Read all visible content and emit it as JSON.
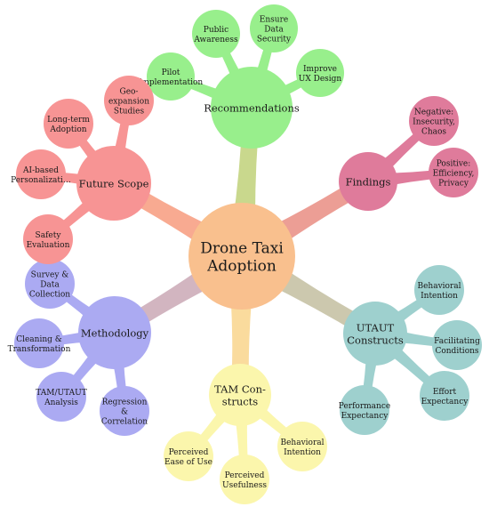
{
  "center": {
    "lines": [
      "Drone Taxi",
      "Adoption"
    ],
    "color": "#f9c08e"
  },
  "branches": [
    {
      "id": "recommendations",
      "lines": [
        "Recommendations"
      ],
      "color": "#98ef8c",
      "children": [
        {
          "id": "public-awareness",
          "lines": [
            "Public",
            "Awareness"
          ]
        },
        {
          "id": "ensure-data-security",
          "lines": [
            "Ensure",
            "Data",
            "Security"
          ]
        },
        {
          "id": "pilot-implementation",
          "lines": [
            "Pilot",
            "Implementation"
          ]
        },
        {
          "id": "improve-ux-design",
          "lines": [
            "Improve",
            "UX Design"
          ]
        }
      ]
    },
    {
      "id": "findings",
      "lines": [
        "Findings"
      ],
      "color": "#df7b9b",
      "children": [
        {
          "id": "negative",
          "lines": [
            "Negative:",
            "Insecurity,",
            "Chaos"
          ]
        },
        {
          "id": "positive",
          "lines": [
            "Positive:",
            "Efficiency,",
            "Privacy"
          ]
        }
      ]
    },
    {
      "id": "utaut-constructs",
      "lines": [
        "UTAUT",
        "Constructs"
      ],
      "color": "#9ed0ce",
      "children": [
        {
          "id": "behavioral-intention-utaut",
          "lines": [
            "Behavioral",
            "Intention"
          ]
        },
        {
          "id": "facilitating-conditions",
          "lines": [
            "Facilitating",
            "Conditions"
          ]
        },
        {
          "id": "effort-expectancy",
          "lines": [
            "Effort",
            "Expectancy"
          ]
        },
        {
          "id": "performance-expectancy",
          "lines": [
            "Performance",
            "Expectancy"
          ]
        }
      ]
    },
    {
      "id": "tam-constructs",
      "lines": [
        "TAM Con-",
        "structs"
      ],
      "color": "#fbf6ac",
      "children": [
        {
          "id": "perceived-ease-of-use",
          "lines": [
            "Perceived",
            "Ease of Use"
          ]
        },
        {
          "id": "perceived-usefulness",
          "lines": [
            "Perceived",
            "Usefulness"
          ]
        },
        {
          "id": "behavioral-intention-tam",
          "lines": [
            "Behavioral",
            "Intention"
          ]
        }
      ]
    },
    {
      "id": "methodology",
      "lines": [
        "Methodology"
      ],
      "color": "#abaaf2",
      "children": [
        {
          "id": "survey-data-collection",
          "lines": [
            "Survey &",
            "Data",
            "Collection"
          ]
        },
        {
          "id": "cleaning-transformation",
          "lines": [
            "Cleaning &",
            "Transformation"
          ]
        },
        {
          "id": "tam-utaut-analysis",
          "lines": [
            "TAM/UTAUT",
            "Analysis"
          ]
        },
        {
          "id": "regression-correlation",
          "lines": [
            "Regression",
            "&",
            "Correlation"
          ]
        }
      ]
    },
    {
      "id": "future-scope",
      "lines": [
        "Future Scope"
      ],
      "color": "#f79494",
      "children": [
        {
          "id": "geo-expansion-studies",
          "lines": [
            "Geo-",
            "expansion",
            "Studies"
          ]
        },
        {
          "id": "long-term-adoption",
          "lines": [
            "Long-term",
            "Adoption"
          ]
        },
        {
          "id": "ai-based-personalization",
          "lines": [
            "AI-based",
            "Personalizati…"
          ]
        },
        {
          "id": "safety-evaluation",
          "lines": [
            "Safety",
            "Evaluation"
          ]
        }
      ]
    }
  ]
}
